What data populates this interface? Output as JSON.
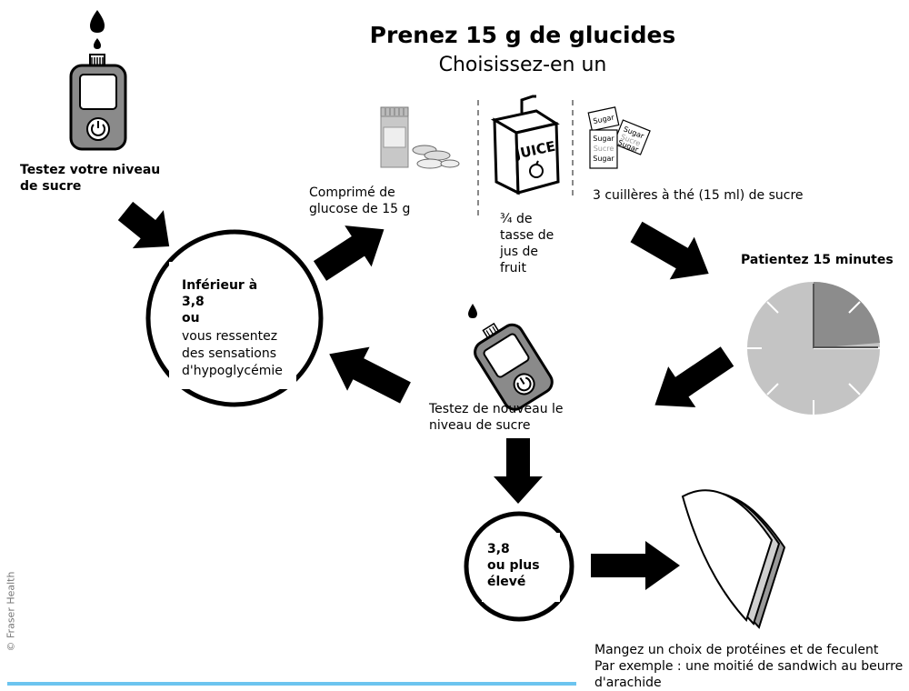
{
  "title": "Prenez 15 g de glucides",
  "subtitle": "Choisissez-en un",
  "test_level": "Testez votre niveau de sucre",
  "glucose_tablet": "Comprimé de glucose de 15 g",
  "juice_label": "JUICE",
  "juice": "¾ de tasse de jus de fruit",
  "sugar_packets": [
    "Sugar",
    "Sucre",
    "Sugar",
    "Sucre",
    "Sugar",
    "Sugar"
  ],
  "sugar": "3 cuillères à thé (15 ml) de sucre",
  "wait": "Patientez 15 minutes",
  "low": {
    "line1": "Inférieur à",
    "line2": "3,8",
    "line3": "ou",
    "line4": "vous ressentez",
    "line5": "des sensations",
    "line6": "d'hypoglycémie"
  },
  "retest": "Testez de nouveau le niveau de sucre",
  "ok": {
    "line1": "3,8",
    "line2": "ou plus",
    "line3": "élevé"
  },
  "eat": {
    "line1": "Mangez un choix de protéines et de feculent",
    "line2": "Par exemple : une moitié de sandwich au beurre",
    "line3": "d'arachide"
  },
  "credit": "© Fraser Health",
  "colors": {
    "accent_line": "#6cc4ef",
    "meter_gray": "#8a8a8a",
    "clock_gray": "#c4c4c4",
    "clock_dark": "#8c8c8c"
  }
}
